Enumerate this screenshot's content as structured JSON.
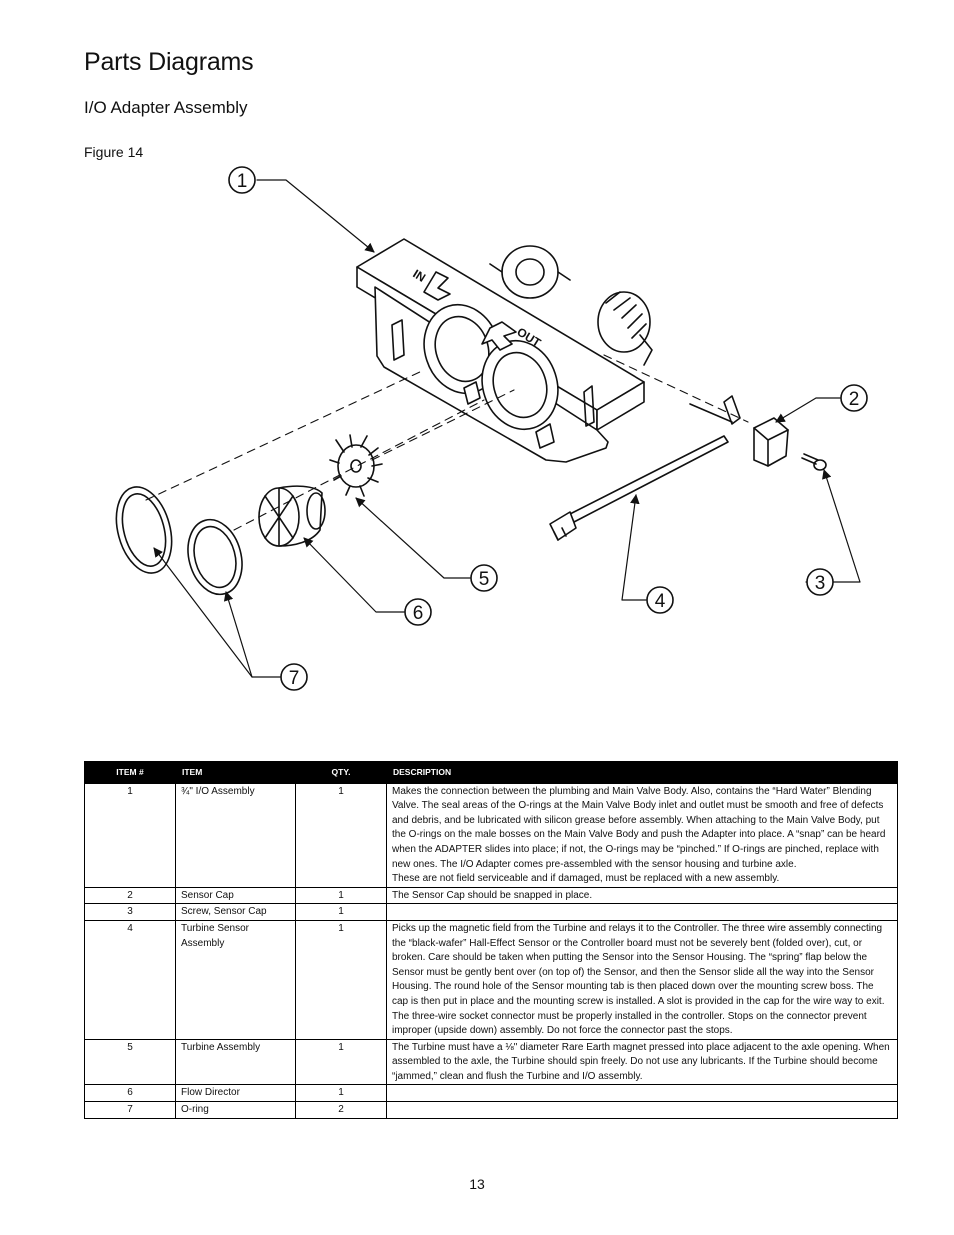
{
  "header": {
    "title": "Parts Diagrams",
    "section": "I/O Adapter Assembly",
    "figure": "Figure 14"
  },
  "diagram": {
    "callouts": [
      "1",
      "2",
      "3",
      "4",
      "5",
      "6",
      "7"
    ],
    "housing_labels": {
      "in": "IN",
      "out": "OUT"
    }
  },
  "table": {
    "headers": [
      "ITEM #",
      "ITEM",
      "QTY.",
      "DESCRIPTION"
    ],
    "rows": [
      {
        "item_no": "1",
        "item": "¾\" I/O Assembly",
        "qty": "1",
        "desc": [
          "Makes the connection between the plumbing and Main Valve Body. Also, contains the “Hard Water” Blending Valve. The seal areas of the O-rings at the Main Valve Body inlet and outlet must be smooth and free of defects and debris, and be lubricated with silicon grease before assembly. When attaching to the Main Valve Body, put the O-rings on the male bosses on the Main Valve Body and push the Adapter into place. A “snap” can be heard when the ADAPTER slides into place; if not, the O-rings may be “pinched.” If O-rings are pinched, replace with new ones. The I/O Adapter comes pre-assembled with the sensor housing and turbine axle.",
          "These are not field serviceable and if damaged, must be replaced with a new assembly."
        ]
      },
      {
        "item_no": "2",
        "item": "Sensor Cap",
        "qty": "1",
        "desc": [
          "The Sensor Cap should be snapped in place."
        ]
      },
      {
        "item_no": "3",
        "item": "Screw, Sensor Cap",
        "qty": "1",
        "desc": []
      },
      {
        "item_no": "4",
        "item": "Turbine Sensor Assembly",
        "qty": "1",
        "desc": [
          "Picks up the magnetic field from the Turbine and relays it to the Controller. The three wire assembly connecting the “black-wafer” Hall-Effect Sensor or the Controller board must not be severely bent (folded over), cut, or broken. Care should be taken when putting the Sensor into the Sensor Housing. The “spring” flap below the Sensor must be gently bent over (on top of) the Sensor, and then the Sensor slide all the way into the Sensor Housing. The round hole of the Sensor mounting tab is then placed down over the mounting screw boss. The cap is then put in place and the mounting screw is installed. A slot is provided in the cap for the wire way to exit. The three-wire socket connector must be properly installed in the controller. Stops on the connector prevent improper (upside down) assembly. Do not force the connector past the stops."
        ]
      },
      {
        "item_no": "5",
        "item": "Turbine Assembly",
        "qty": "1",
        "desc": [
          "The Turbine must have a ⅛\" diameter Rare Earth magnet pressed into place adjacent to the axle opening. When assembled to the axle, the Turbine should spin freely. Do not use any lubricants. If the Turbine should become “jammed,” clean and flush the Turbine and I/O assembly."
        ]
      },
      {
        "item_no": "6",
        "item": "Flow Director",
        "qty": "1",
        "desc": []
      },
      {
        "item_no": "7",
        "item": "O-ring",
        "qty": "2",
        "desc": []
      }
    ]
  },
  "footer": {
    "page_number": "13"
  }
}
